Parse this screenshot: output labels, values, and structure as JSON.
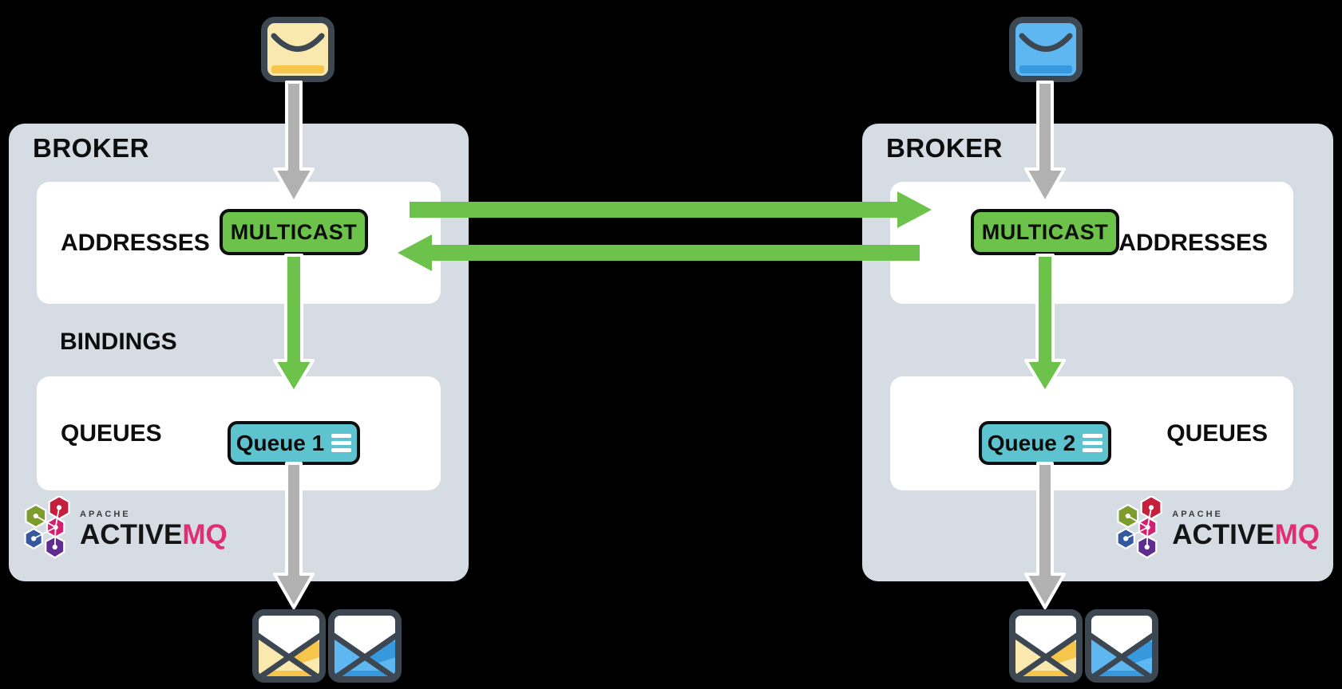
{
  "colors": {
    "green": "#6cc24a",
    "teal": "#5cc3cf",
    "broker-bg": "#d6dce3",
    "arrow-gray": "#b1b1b1",
    "envelope-outline": "#3d4752",
    "envelope-yellow": "#fae9ae",
    "envelope-yellow-accent": "#f6c64b",
    "envelope-blue": "#5eb7f0",
    "envelope-blue-accent": "#3898dd",
    "logo-pink": "#de2f76"
  },
  "producers": {
    "left": {
      "icon": "yellow-closed-envelope"
    },
    "right": {
      "icon": "blue-closed-envelope"
    }
  },
  "consumers": {
    "left": [
      "yellow-open-envelope",
      "blue-open-envelope"
    ],
    "right": [
      "yellow-open-envelope",
      "blue-open-envelope"
    ]
  },
  "brokers": [
    {
      "title": "BROKER",
      "addresses_label": "ADDRESSES",
      "address_name": "MULTICAST",
      "bindings_label": "BINDINGS",
      "queues_label": "QUEUES",
      "queue_name": "Queue 1",
      "logo": {
        "apache": "APACHE",
        "active": "ACTIVE",
        "mq": "MQ"
      }
    },
    {
      "title": "BROKER",
      "addresses_label": "ADDRESSES",
      "address_name": "MULTICAST",
      "queues_label": "QUEUES",
      "queue_name": "Queue 2",
      "logo": {
        "apache": "APACHE",
        "active": "ACTIVE",
        "mq": "MQ"
      }
    }
  ]
}
